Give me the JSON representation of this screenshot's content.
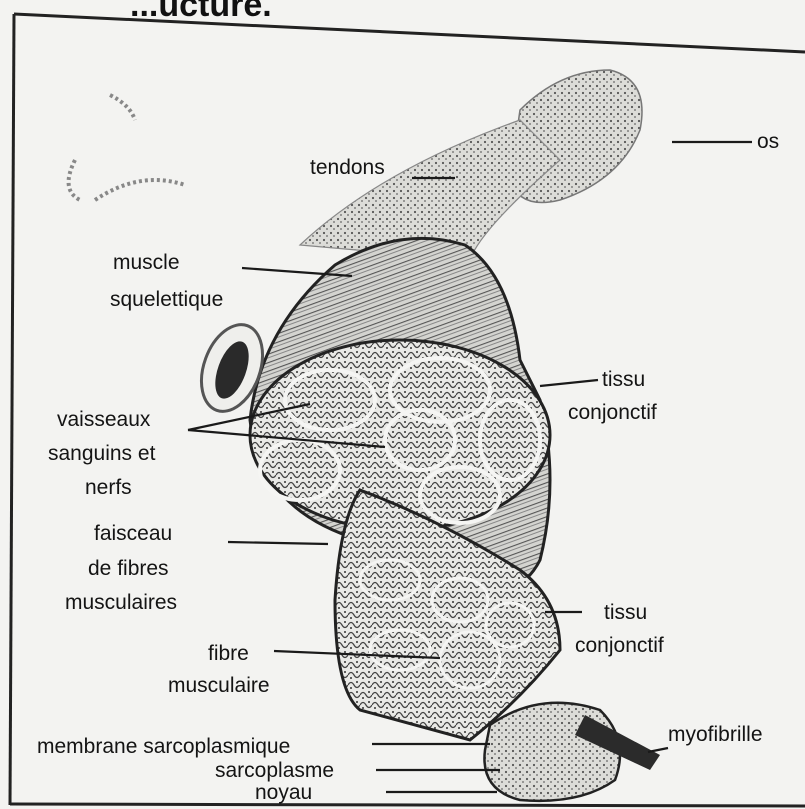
{
  "title_fragment": "...ucture.",
  "labels": {
    "os": "os",
    "tendons": "tendons",
    "muscle": "muscle",
    "squelettique": "squelettique",
    "tissu1": "tissu",
    "conjonctif1": "conjonctif",
    "vaisseaux": "vaisseaux",
    "sanguins": "sanguins et",
    "nerfs": "nerfs",
    "faisceau": "faisceau",
    "de_fibres": "de fibres",
    "musculaires": "musculaires",
    "tissu2": "tissu",
    "conjonctif2": "conjonctif",
    "fibre": "fibre",
    "musculaire": "musculaire",
    "membrane": "membrane sarcoplasmique",
    "sarcoplasme": "sarcoplasme",
    "noyau": "noyau",
    "myofibrille": "myofibrille"
  },
  "colors": {
    "ink": "#141414",
    "paper": "#f3f3f1",
    "tissue": "#555555"
  }
}
